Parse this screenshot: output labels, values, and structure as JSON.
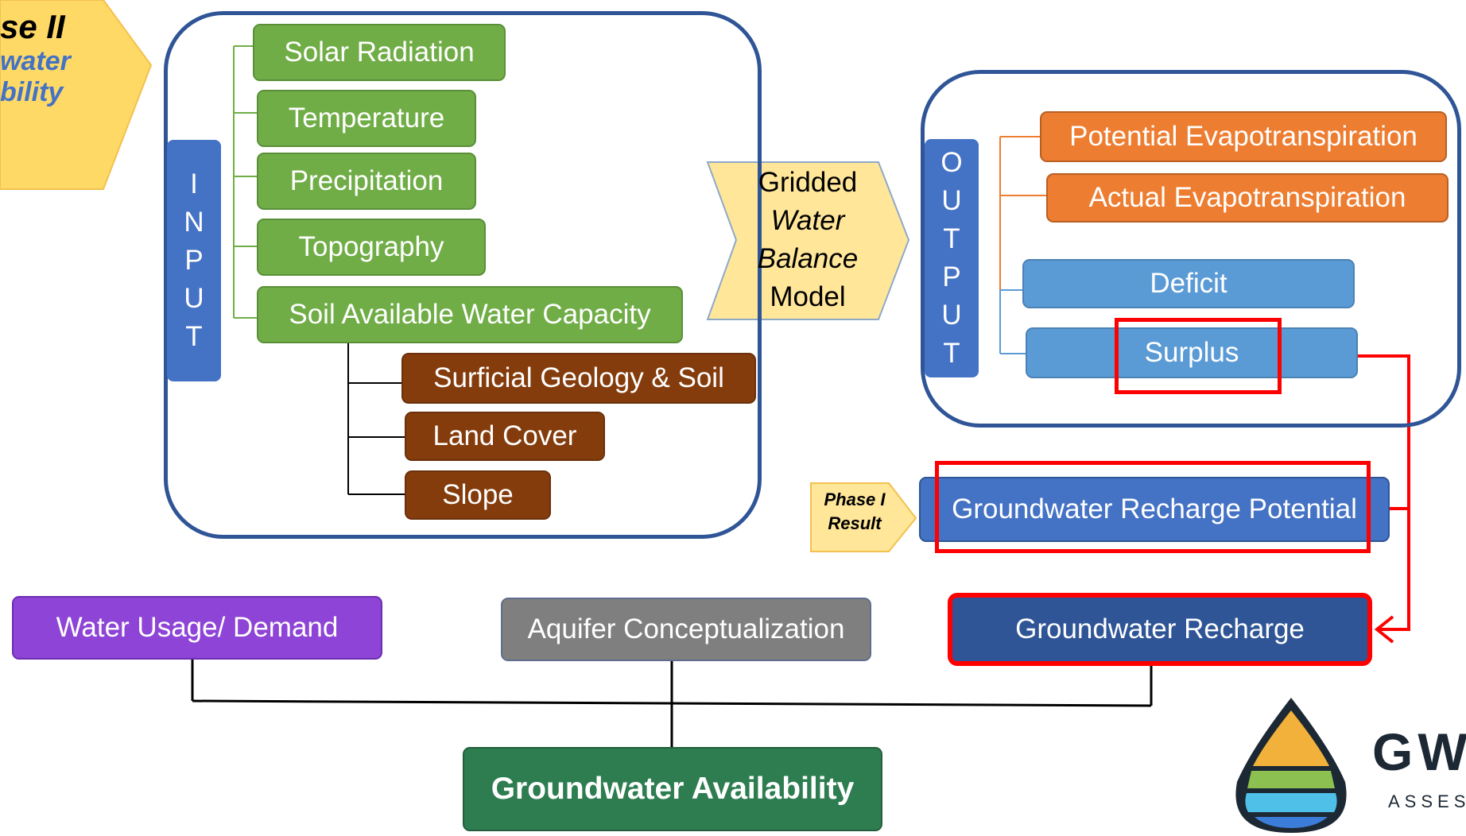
{
  "phase_banner": {
    "line1": "se II",
    "line2": "water",
    "line3": "bility"
  },
  "input": {
    "label": [
      "I",
      "N",
      "P",
      "U",
      "T"
    ],
    "items": [
      "Solar Radiation",
      "Temperature",
      "Precipitation",
      "Topography",
      "Soil Available Water Capacity"
    ],
    "sub_items": [
      "Surficial Geology & Soil",
      "Land Cover",
      "Slope"
    ]
  },
  "model": {
    "line1": "Gridded",
    "line2": "Water",
    "line3": "Balance",
    "line4": "Model"
  },
  "output": {
    "label": [
      "O",
      "U",
      "T",
      "P",
      "U",
      "T"
    ],
    "items": [
      "Potential Evapotranspiration",
      "Actual Evapotranspiration",
      "Deficit",
      "Surplus"
    ]
  },
  "phase1": {
    "line1": "Phase I",
    "line2": "Result"
  },
  "recharge_potential": "Groundwater Recharge Potential",
  "bottom": {
    "water_usage": "Water Usage/ Demand",
    "aquifer": "Aquifer Conceptualization",
    "recharge": "Groundwater Recharge",
    "availability": "Groundwater Availability"
  },
  "logo": {
    "text": "GW",
    "subtext": "ASSESSM"
  },
  "colors": {
    "input_green": "#70ad47",
    "sub_brown": "#843c0c",
    "output_orange": "#ed7d31",
    "output_blue": "#5b9bd5",
    "frame_blue": "#2f5597",
    "highlight_red": "#ff0000",
    "availability_green": "#2e7d51"
  }
}
